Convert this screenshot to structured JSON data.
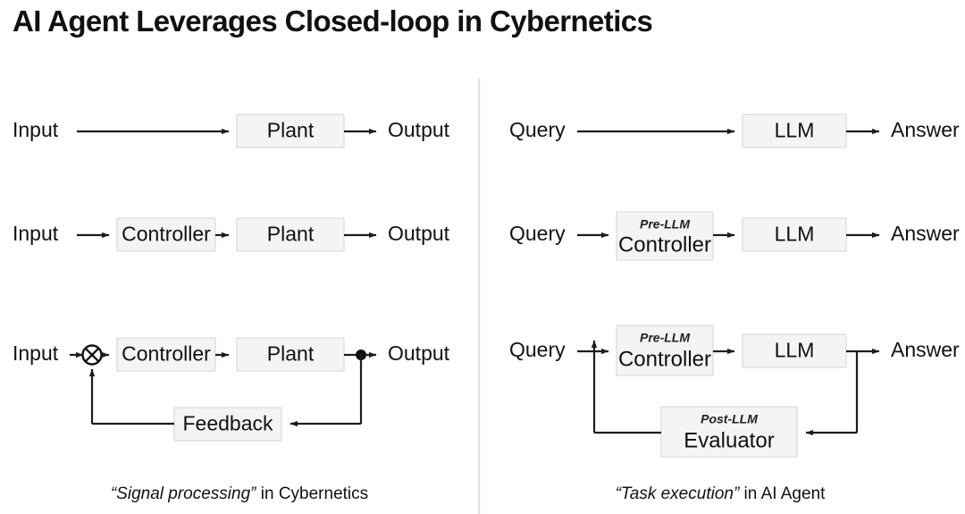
{
  "title": "AI Agent Leverages Closed-loop in Cybernetics",
  "colors": {
    "background": "#ffffff",
    "box_fill": "#f4f4f4",
    "box_border": "#dcdcdc",
    "wire": "#1d1d1d",
    "text": "#111111",
    "divider": "#e2e2e4"
  },
  "left_panel": {
    "caption_quoted": "“Signal processing”",
    "caption_rest": " in Cybernetics",
    "rows": [
      {
        "id": "open-loop-plant",
        "input_label": "Input",
        "output_label": "Output",
        "blocks": [
          {
            "label": "Plant"
          }
        ]
      },
      {
        "id": "controller-plant",
        "input_label": "Input",
        "output_label": "Output",
        "blocks": [
          {
            "label": "Controller"
          },
          {
            "label": "Plant"
          }
        ]
      },
      {
        "id": "closed-loop-feedback",
        "input_label": "Input",
        "output_label": "Output",
        "summing_junction": "⊗",
        "blocks": [
          {
            "label": "Controller"
          },
          {
            "label": "Plant"
          }
        ],
        "feedback_block": {
          "label": "Feedback"
        }
      }
    ]
  },
  "right_panel": {
    "caption_quoted": "“Task execution”",
    "caption_rest": " in AI Agent",
    "rows": [
      {
        "id": "llm-only",
        "input_label": "Query",
        "output_label": "Answer",
        "blocks": [
          {
            "label": "LLM"
          }
        ]
      },
      {
        "id": "pre-llm-controller",
        "input_label": "Query",
        "output_label": "Answer",
        "blocks": [
          {
            "sublabel": "Pre-LLM",
            "label": "Controller"
          },
          {
            "label": "LLM"
          }
        ]
      },
      {
        "id": "agent-closed-loop",
        "input_label": "Query",
        "output_label": "Answer",
        "blocks": [
          {
            "sublabel": "Pre-LLM",
            "label": "Controller"
          },
          {
            "label": "LLM"
          }
        ],
        "feedback_block": {
          "sublabel": "Post-LLM",
          "label": "Evaluator"
        }
      }
    ]
  }
}
